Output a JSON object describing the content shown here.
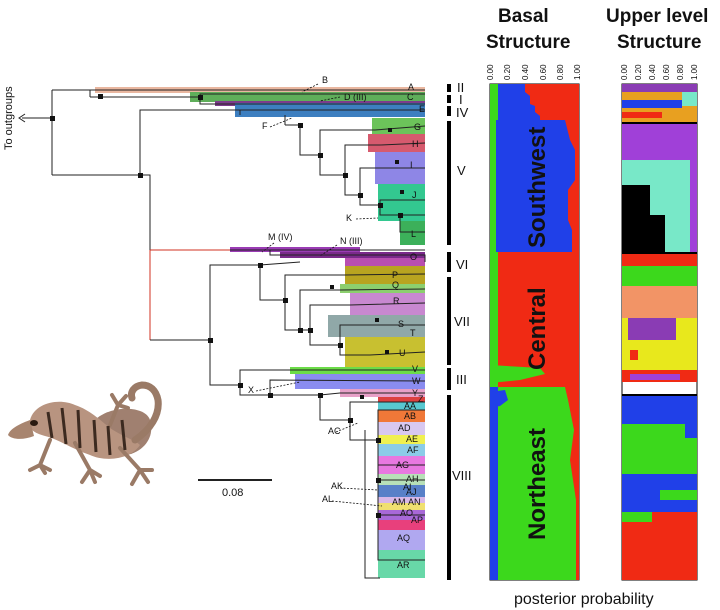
{
  "titles": {
    "basal": [
      "Basal",
      "Structure"
    ],
    "upper": [
      "Upper level",
      "Structure"
    ]
  },
  "outgroup_label": "To outgroups",
  "scale_bar": "0.08",
  "x_axis_label": "posterior probability",
  "axis_ticks": [
    "0.00",
    "0.20",
    "0.40",
    "0.60",
    "0.80",
    "1.00"
  ],
  "regions": [
    "Southwest",
    "Central",
    "Northeast"
  ],
  "roman_groups": [
    "II",
    "I",
    "IV",
    "V",
    "VI",
    "VII",
    "III",
    "VIII"
  ],
  "clade_labels": [
    "A",
    "B",
    "C",
    "D (III)",
    "E",
    "F",
    "G",
    "H",
    "I",
    "J",
    "K",
    "L",
    "M (IV)",
    "N (III)",
    "O",
    "P",
    "Q",
    "R",
    "S",
    "T",
    "U",
    "V",
    "W",
    "X",
    "Y",
    "Z",
    "AA",
    "AB",
    "AC",
    "AD",
    "AE",
    "AF",
    "AG",
    "AH",
    "AI",
    "AJ",
    "AK",
    "AL",
    "AM",
    "AN",
    "AO",
    "AP",
    "AQ",
    "AR"
  ],
  "colors": {
    "southwest": "#2040e8",
    "central": "#f02a14",
    "northeast": "#3cd81c",
    "yellow": "#e8e81c",
    "purple": "#8a3cb4",
    "aqua": "#78e8c8",
    "black": "#000000"
  }
}
